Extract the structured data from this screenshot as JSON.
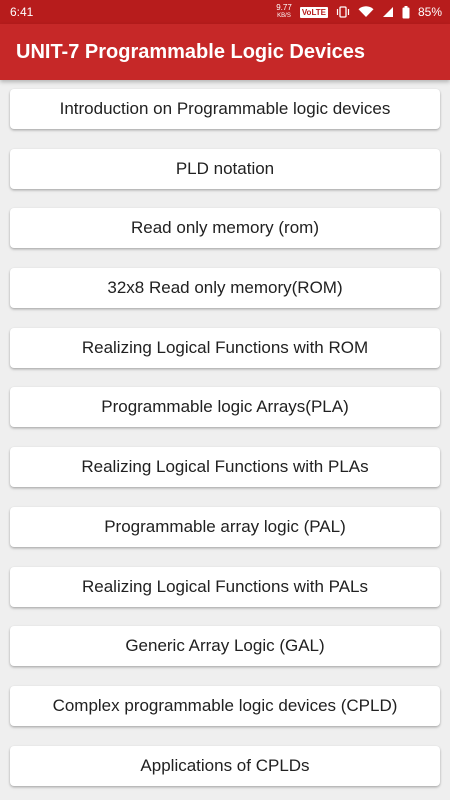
{
  "status_bar": {
    "time": "6:41",
    "net_speed_value": "9.77",
    "net_speed_unit": "KB/S",
    "volte_label": "VoLTE",
    "battery_percent": "85%"
  },
  "app_bar": {
    "title": "UNIT-7 Programmable Logic Devices"
  },
  "topics": [
    "Introduction on Programmable logic devices",
    "PLD notation",
    "Read only memory (rom)",
    "32x8 Read only memory(ROM)",
    "Realizing Logical Functions with ROM",
    "Programmable logic Arrays(PLA)",
    "Realizing Logical Functions with PLAs",
    "Programmable array logic (PAL)",
    "Realizing Logical Functions with PALs",
    "Generic Array Logic (GAL)",
    "Complex programmable logic devices (CPLD)",
    "Applications of CPLDs"
  ],
  "colors": {
    "status_bar": "#b71c1c",
    "app_bar": "#c62828",
    "background": "#efefef",
    "button": "#ffffff"
  }
}
